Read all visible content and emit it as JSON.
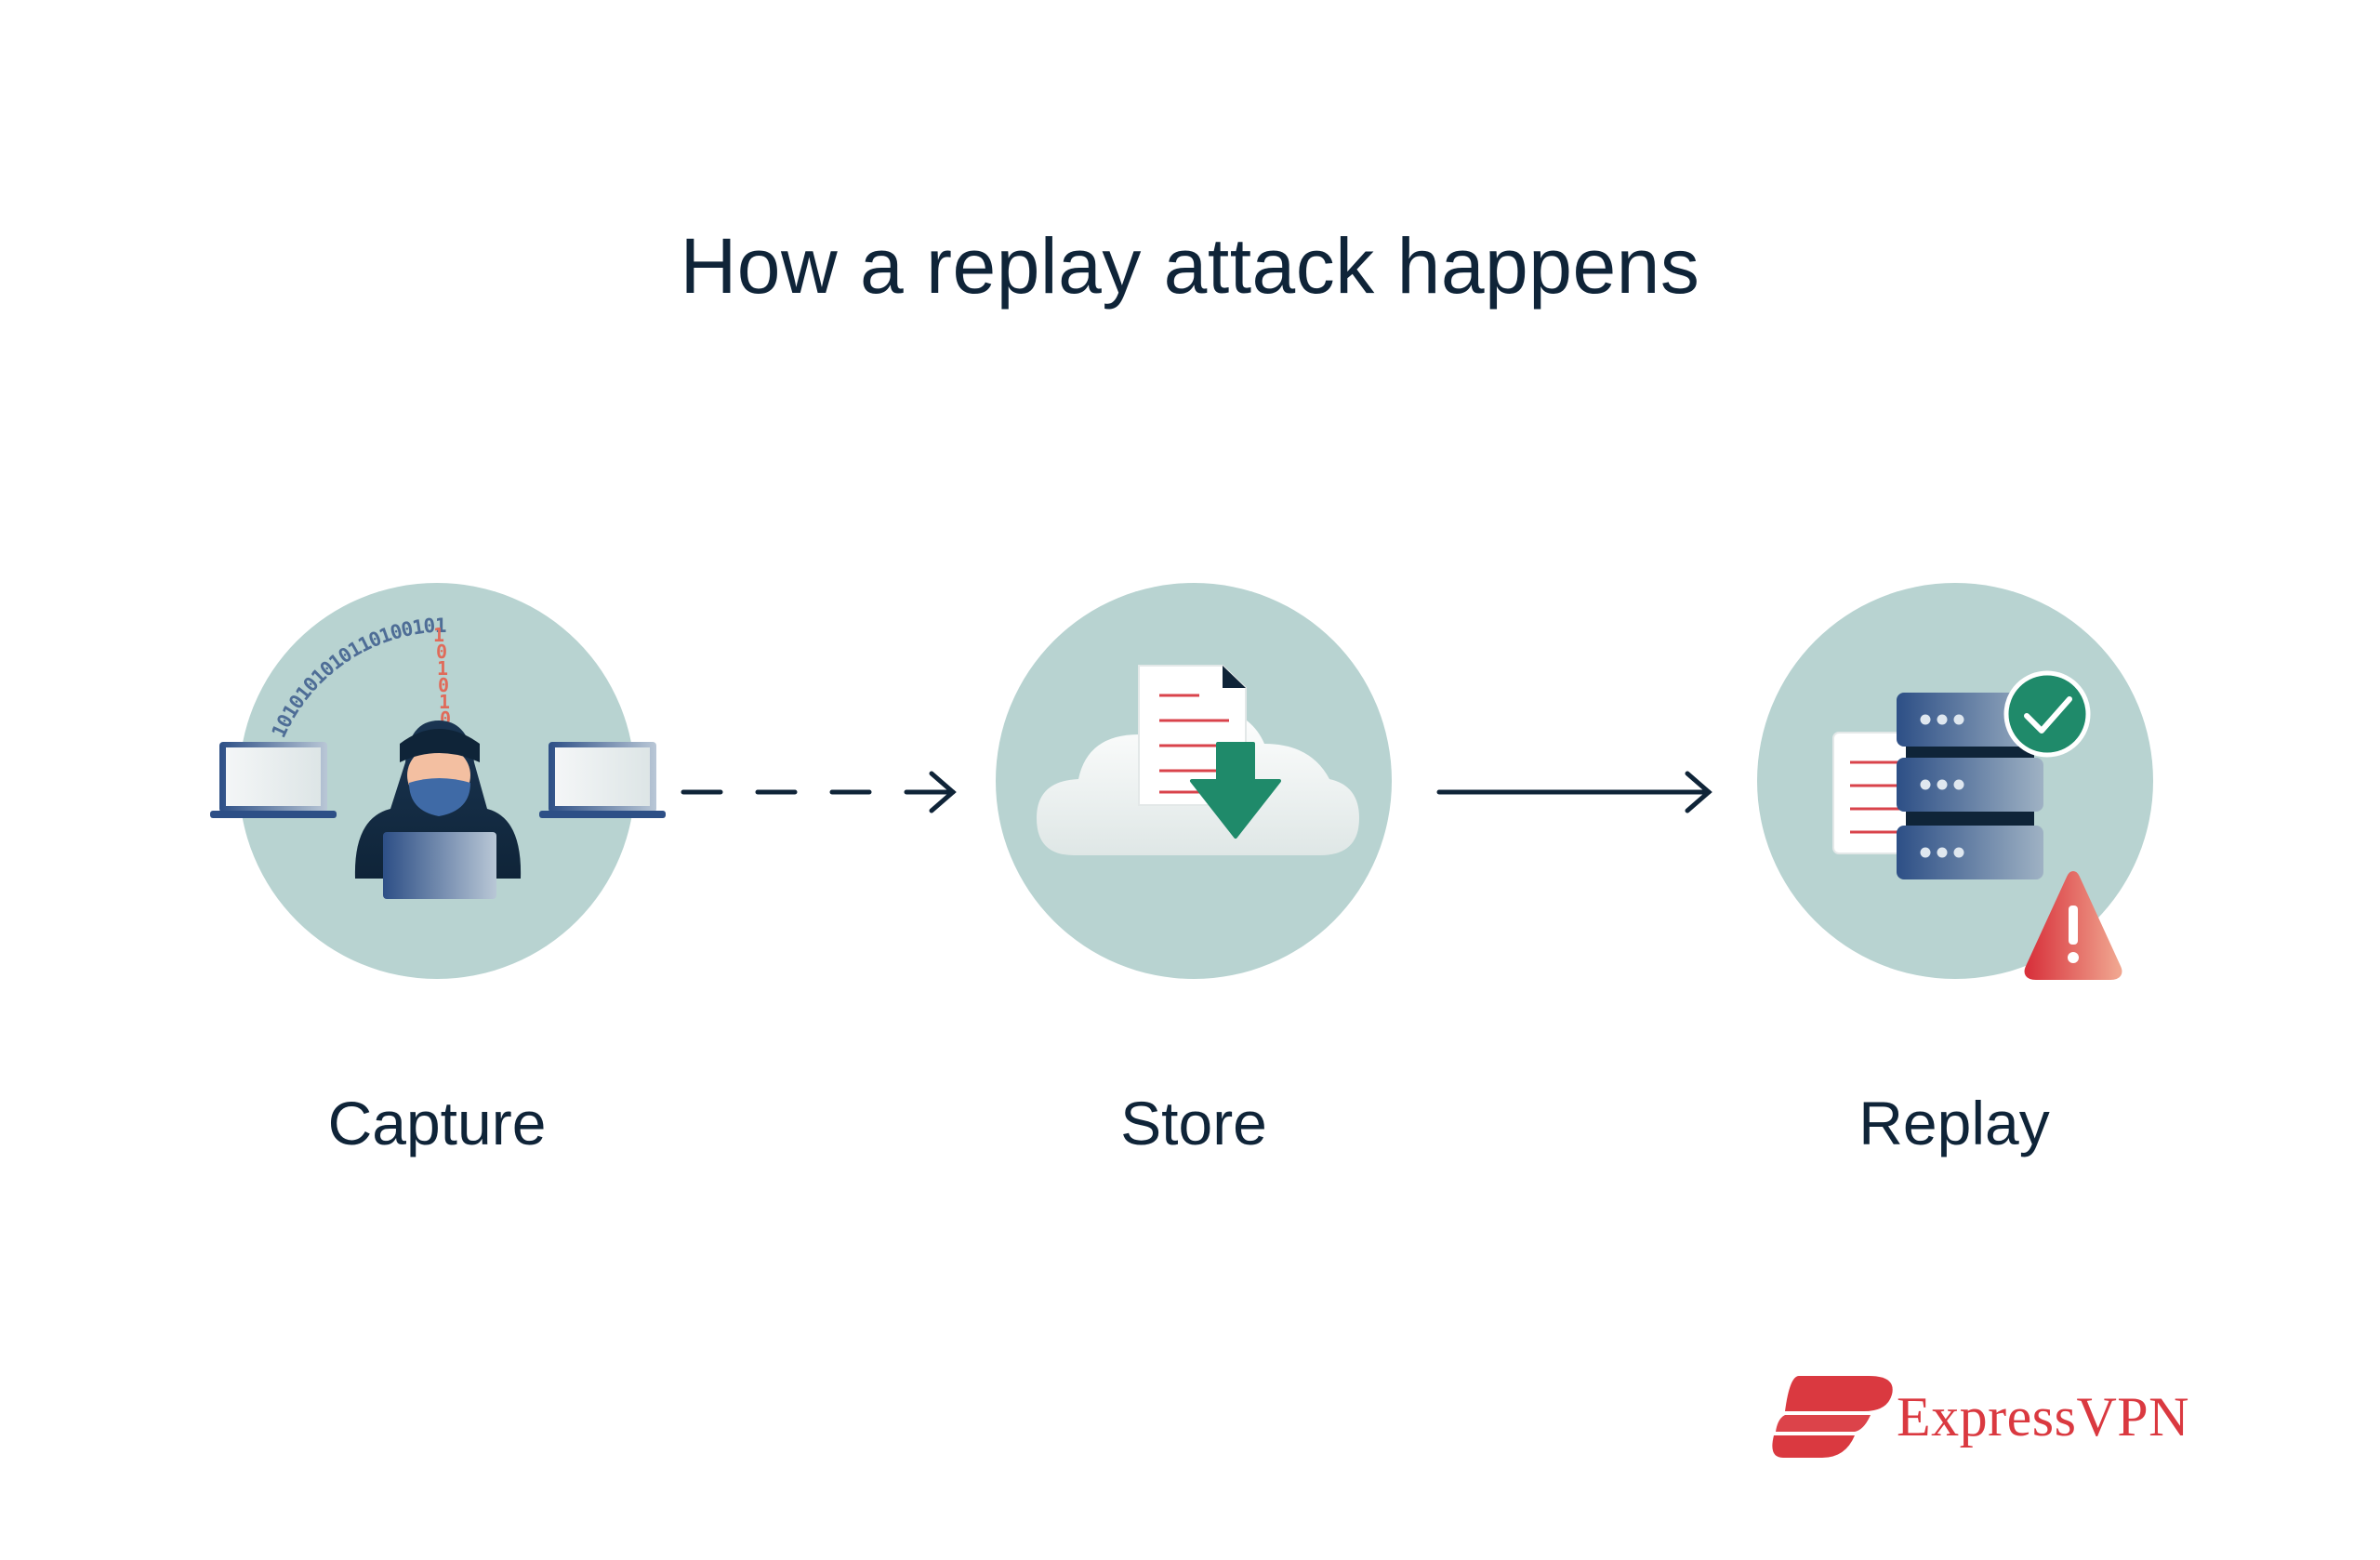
{
  "title": "How a replay attack happens",
  "stages": [
    {
      "label": "Capture"
    },
    {
      "label": "Store"
    },
    {
      "label": "Replay"
    }
  ],
  "binary_stream": "1010101010110100101011010101010",
  "brand": {
    "name": "ExpressVPN",
    "color": "#da3940"
  },
  "colors": {
    "circle": "#b8d3d1",
    "navy": "#0f2438",
    "accent_red": "#d9434b",
    "green": "#1f8a6a",
    "server_blue": "#2d4f86"
  }
}
